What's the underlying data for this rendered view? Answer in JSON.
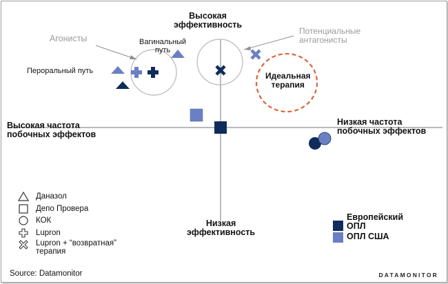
{
  "axes": {
    "top": [
      "Высокая",
      "эффективность"
    ],
    "bottom": [
      "Низкая",
      "эффективность"
    ],
    "left": [
      "Высокая частота",
      "побочных эффектов"
    ],
    "right": [
      "Низкая частота",
      "побочных эффектов"
    ]
  },
  "annotations": {
    "agonists": "Агонисты",
    "antagonists": [
      "Потенциальные",
      "антагонисты"
    ],
    "vaginal": [
      "Вагинальный",
      "путь"
    ],
    "oral": "Пероральный путь",
    "ideal": [
      "Идеальная",
      "терапия"
    ]
  },
  "legend": [
    {
      "icon": "triangle-icon",
      "label": "Даназол"
    },
    {
      "icon": "square-icon",
      "label": "Депо Провера"
    },
    {
      "icon": "circle-icon",
      "label": "КОК"
    },
    {
      "icon": "plus-icon",
      "label": "Lupron"
    },
    {
      "icon": "cross-icon",
      "label": "Lupron + “возвратная” терапия"
    }
  ],
  "legend_lines": {
    "lupron_addback": [
      "Lupron + “возвратная”",
      "терапия"
    ]
  },
  "color_legend": [
    {
      "color": "#0f2c5c",
      "label": [
        "Европейский",
        "ОПЛ"
      ]
    },
    {
      "color": "#6b80c3",
      "label": [
        "ОПЛ США"
      ]
    }
  ],
  "colors": {
    "dark": "#0f2c5c",
    "light": "#6b80c3",
    "ideal": "#d9633a",
    "annotation": "#9a9a9a",
    "axis": "#8f8f8f"
  },
  "footer": {
    "source": "Source: Datamonitor",
    "brand": "DATAMONITOR"
  }
}
